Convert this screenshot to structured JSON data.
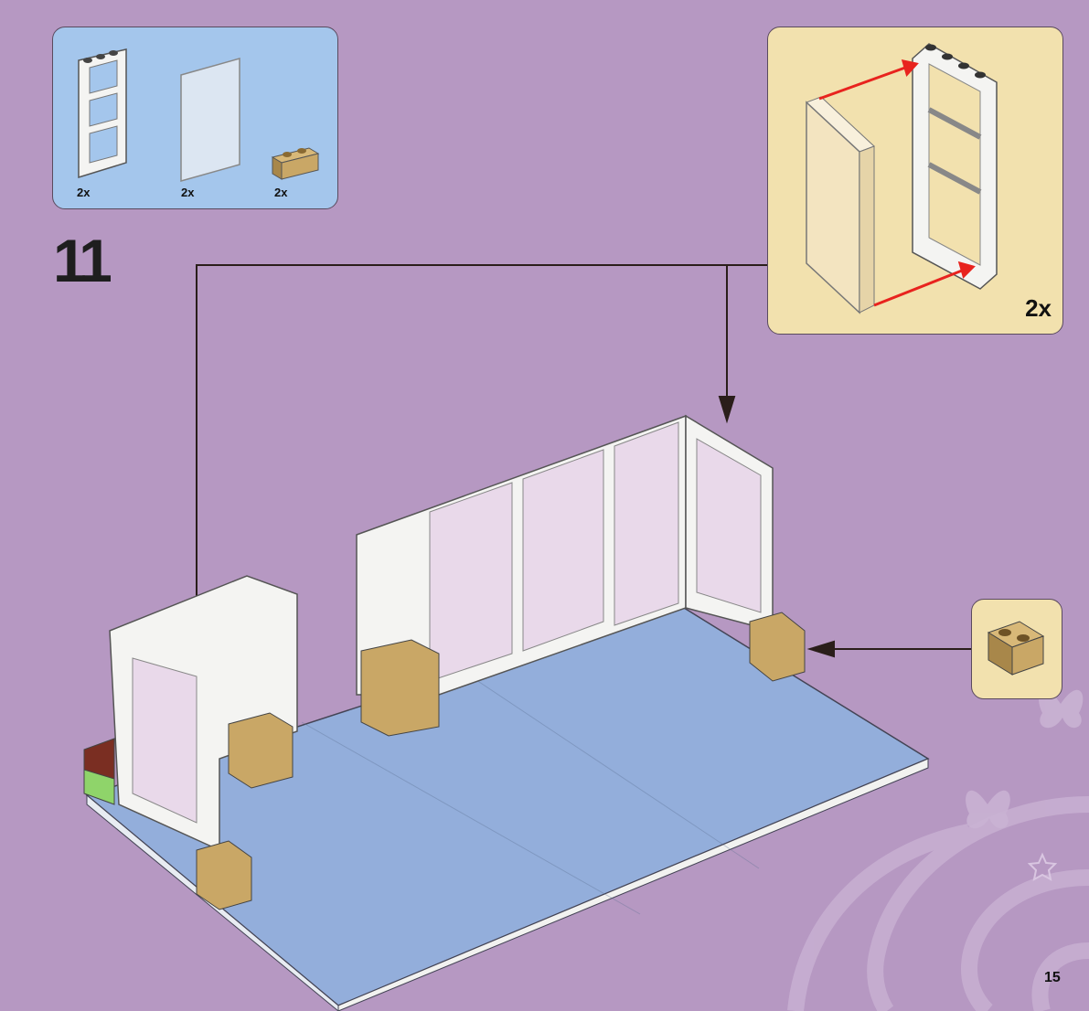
{
  "step": {
    "number": "11"
  },
  "parts_list": {
    "items": [
      {
        "name": "window-frame",
        "qty": "2x"
      },
      {
        "name": "window-glass-pane",
        "qty": "2x"
      },
      {
        "name": "tan-brick-1x2",
        "qty": "2x"
      }
    ]
  },
  "subassembly": {
    "qty": "2x"
  },
  "page": {
    "number": "15"
  },
  "colors": {
    "background": "#b698c2",
    "parts_panel": "#a4c6ec",
    "subassembly_panel": "#f2e1ae",
    "baseplate": "#93aedb",
    "tan_brick": "#c9a766",
    "callout_arrow": "#e8231e"
  }
}
